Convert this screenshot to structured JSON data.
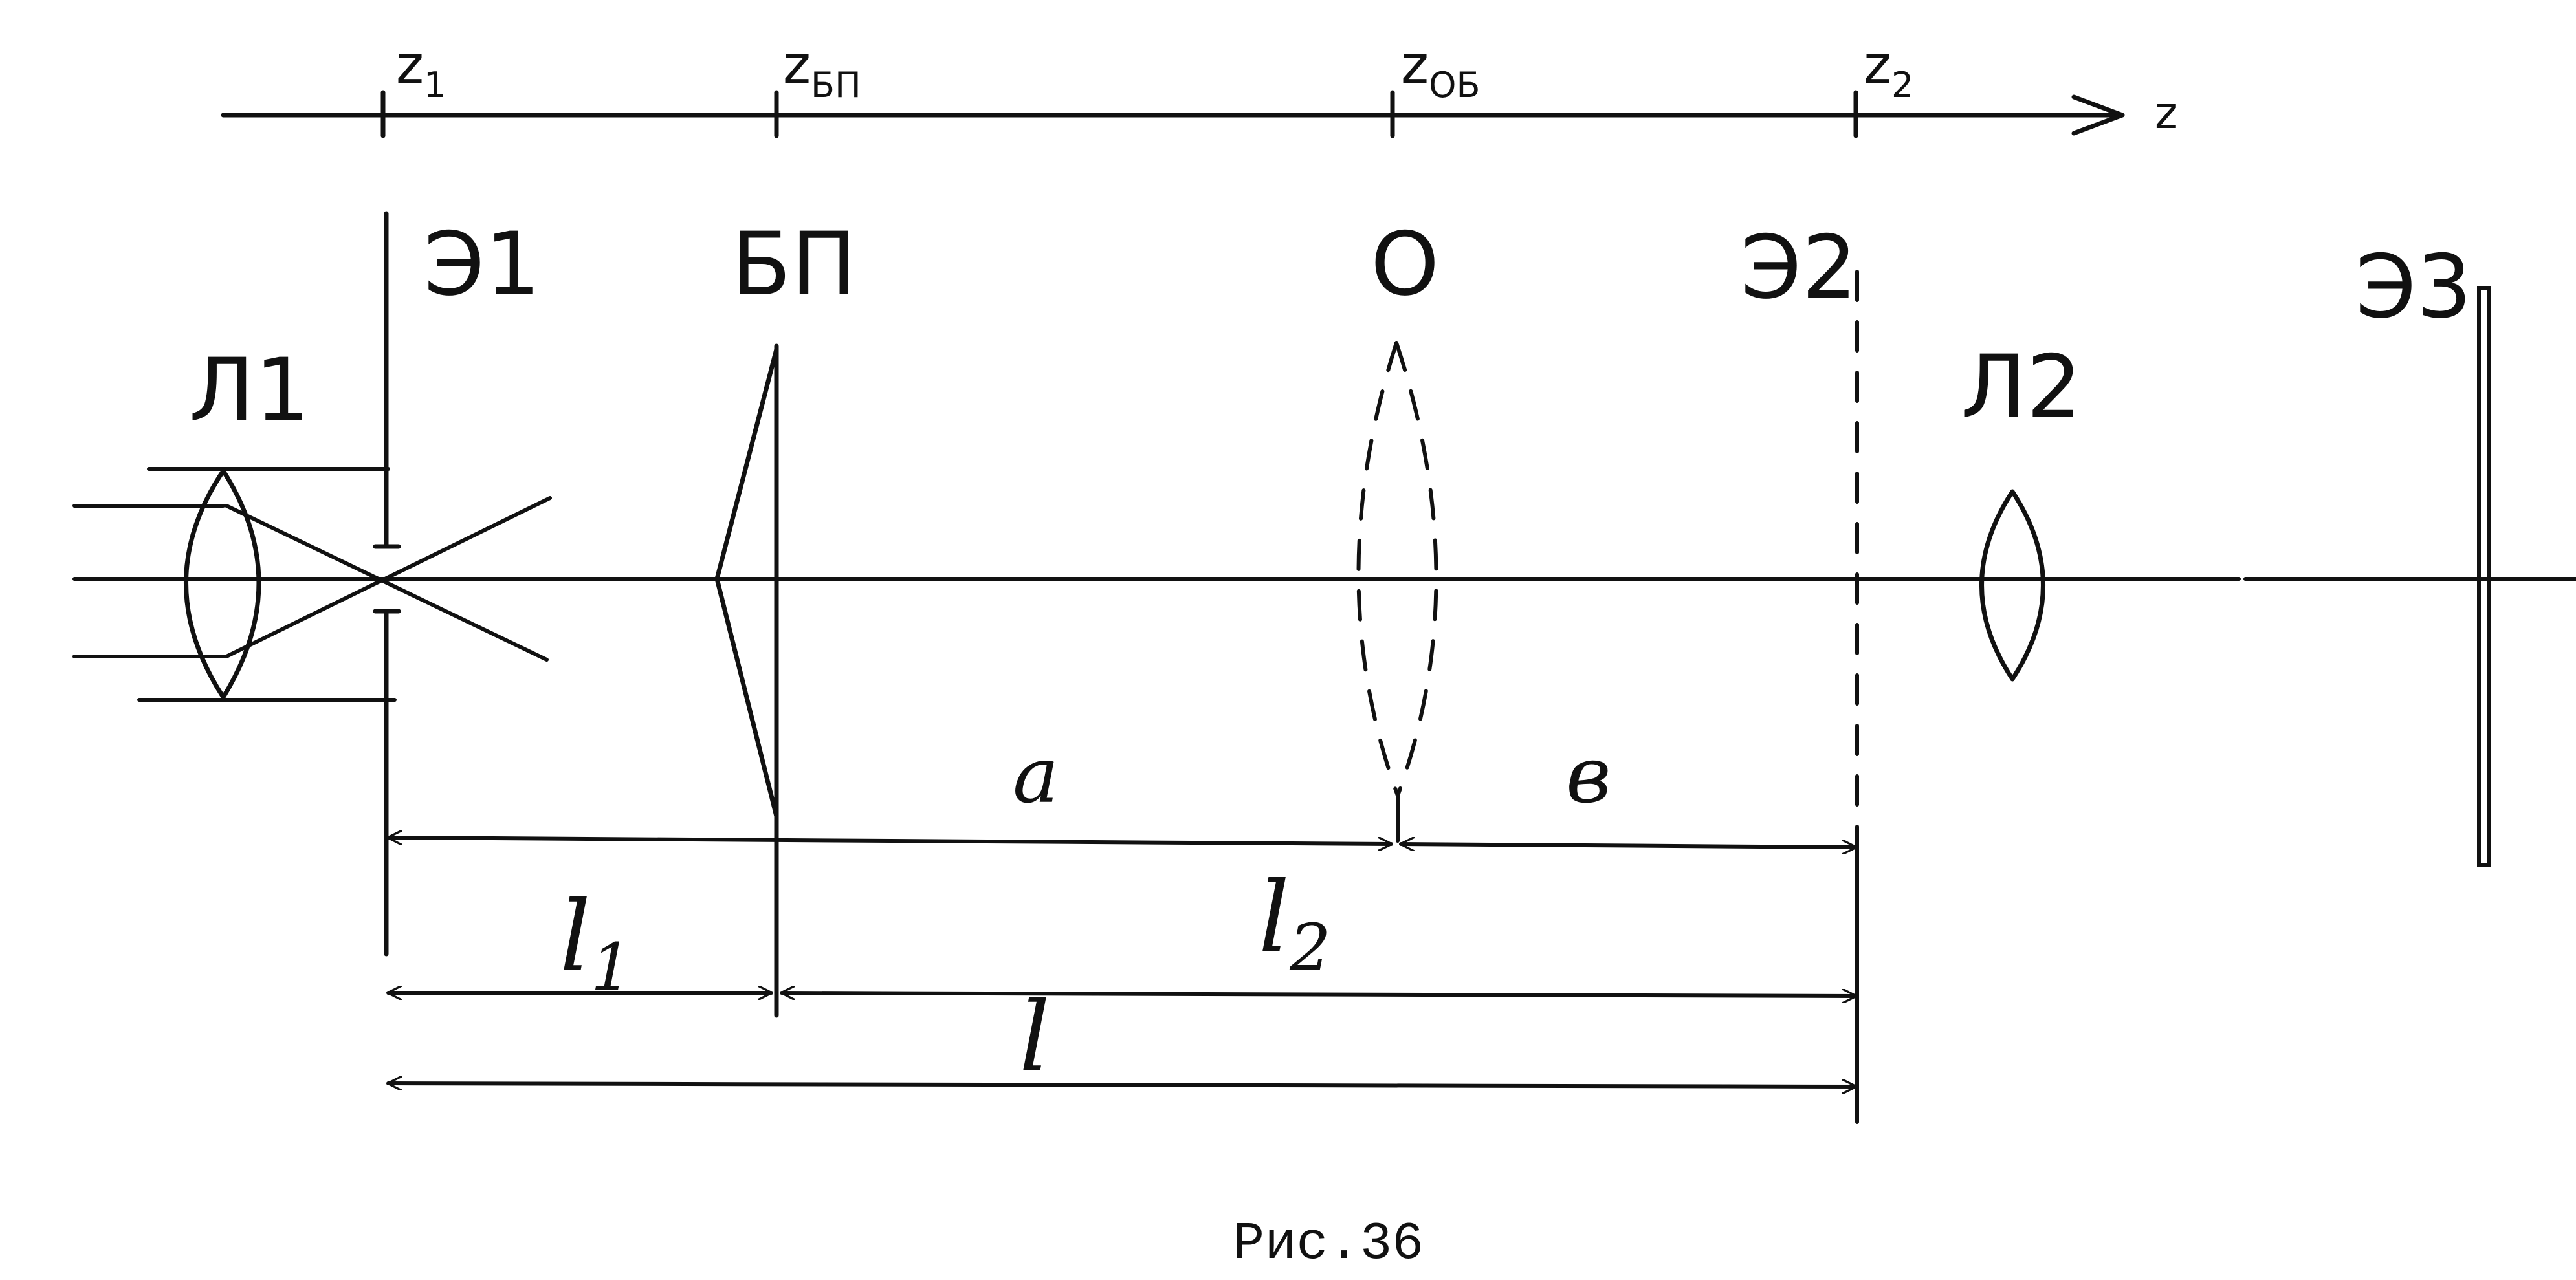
{
  "axis": {
    "ticks": {
      "z1": {
        "main": "z",
        "sub": "1"
      },
      "zbp": {
        "main": "z",
        "sub": "БП"
      },
      "zob": {
        "main": "z",
        "sub": "ОБ"
      },
      "z2": {
        "main": "z",
        "sub": "2"
      }
    },
    "label": "z"
  },
  "elements": {
    "l1": "Л1",
    "e1": "Э1",
    "bp": "БП",
    "o": "О",
    "e2": "Э2",
    "l2": "Л2",
    "e3": "Э3"
  },
  "dimensions": {
    "a": "a",
    "b": "в",
    "l1": {
      "main": "l",
      "sub": "1"
    },
    "l2": {
      "main": "l",
      "sub": "2"
    },
    "l": "l"
  },
  "caption": "Рис.36"
}
